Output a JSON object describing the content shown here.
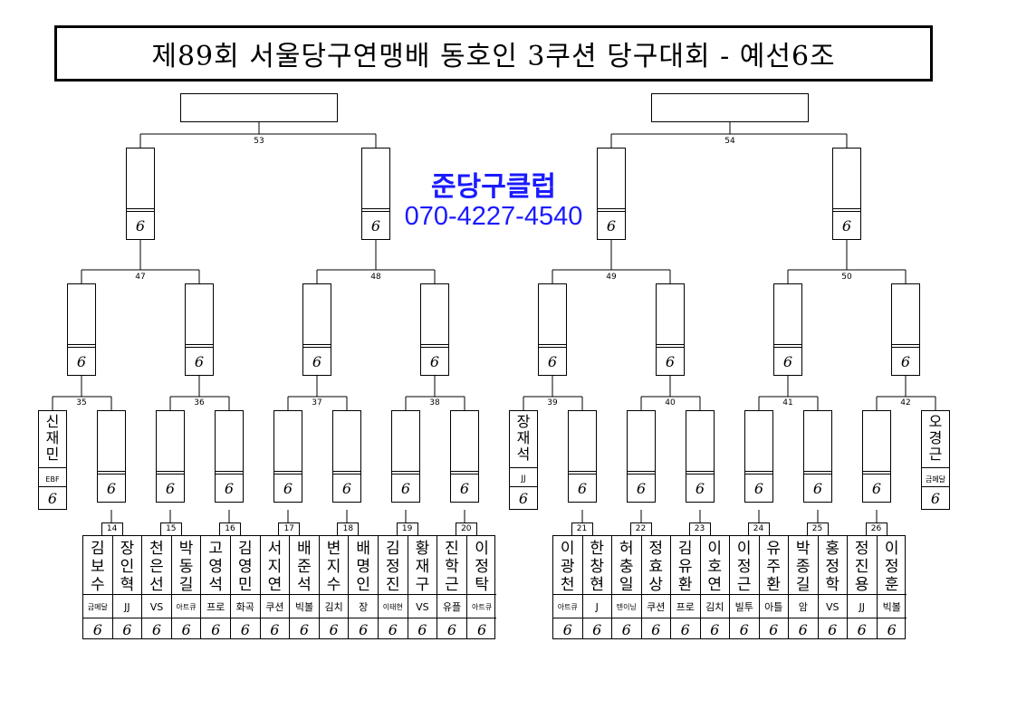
{
  "title": "제89회 서울당구연맹배 동호인 3쿠션 당구대회 - 예선6조",
  "club": {
    "name": "준당구클럽",
    "phone": "070-4227-4540"
  },
  "race_mark": "6",
  "match_numbers": {
    "semis": [
      "53",
      "54"
    ],
    "quarters": [
      "47",
      "48",
      "49",
      "50"
    ],
    "round3": [
      "35",
      "36",
      "37",
      "38",
      "39",
      "40",
      "41",
      "42"
    ],
    "round1_left": [
      "14",
      "15",
      "16",
      "17",
      "18",
      "19",
      "20"
    ],
    "round1_right": [
      "21",
      "22",
      "23",
      "24",
      "25",
      "26"
    ]
  },
  "byes": [
    {
      "name": "신재민",
      "affiliation": "EBF"
    },
    {
      "name": "장재석",
      "affiliation": "JJ"
    },
    {
      "name": "오경근",
      "affiliation": "금메달"
    }
  ],
  "players_left": [
    {
      "name": "김보수",
      "affiliation": "금메달"
    },
    {
      "name": "장인혁",
      "affiliation": "JJ"
    },
    {
      "name": "천은선",
      "affiliation": "VS"
    },
    {
      "name": "박동길",
      "affiliation": "아트큐"
    },
    {
      "name": "고영석",
      "affiliation": "프로"
    },
    {
      "name": "김영민",
      "affiliation": "화곡"
    },
    {
      "name": "서지연",
      "affiliation": "쿠션"
    },
    {
      "name": "배준석",
      "affiliation": "빅볼"
    },
    {
      "name": "변지수",
      "affiliation": "김치"
    },
    {
      "name": "배명인",
      "affiliation": "장"
    },
    {
      "name": "김정진",
      "affiliation": "이태현"
    },
    {
      "name": "황재구",
      "affiliation": "VS"
    },
    {
      "name": "진학근",
      "affiliation": "유플"
    },
    {
      "name": "이정탁",
      "affiliation": "아트큐"
    }
  ],
  "players_right": [
    {
      "name": "이광천",
      "affiliation": "아트큐"
    },
    {
      "name": "한창현",
      "affiliation": "J"
    },
    {
      "name": "허충일",
      "affiliation": "텐이닝"
    },
    {
      "name": "정효상",
      "affiliation": "쿠션"
    },
    {
      "name": "김유환",
      "affiliation": "프로"
    },
    {
      "name": "이호연",
      "affiliation": "김치"
    },
    {
      "name": "이정근",
      "affiliation": "빌투"
    },
    {
      "name": "유주환",
      "affiliation": "아틀"
    },
    {
      "name": "박종길",
      "affiliation": "암"
    },
    {
      "name": "홍정학",
      "affiliation": "VS"
    },
    {
      "name": "정진용",
      "affiliation": "JJ"
    },
    {
      "name": "이정훈",
      "affiliation": "빅볼"
    }
  ]
}
